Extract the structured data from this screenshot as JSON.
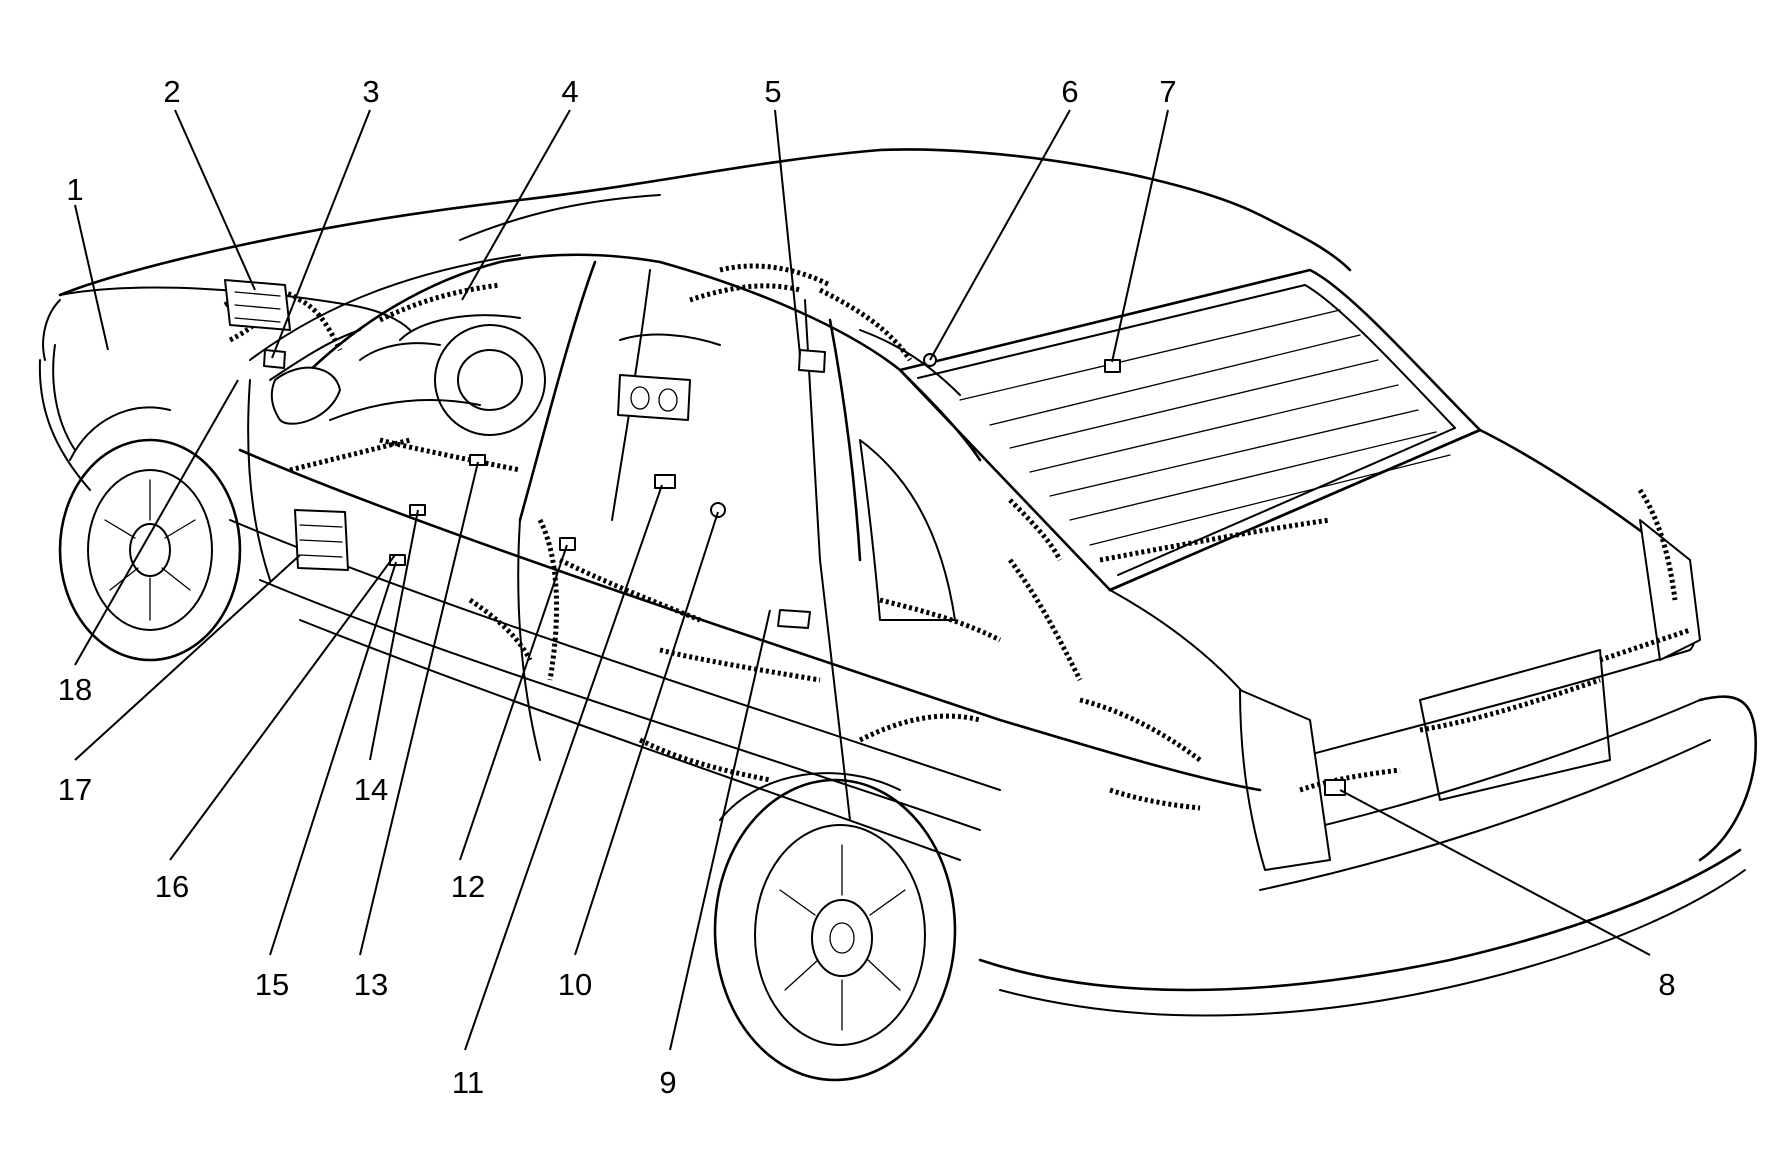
{
  "diagram": {
    "callouts": [
      {
        "id": "callout-1",
        "label": "1"
      },
      {
        "id": "callout-2",
        "label": "2"
      },
      {
        "id": "callout-3",
        "label": "3"
      },
      {
        "id": "callout-4",
        "label": "4"
      },
      {
        "id": "callout-5",
        "label": "5"
      },
      {
        "id": "callout-6",
        "label": "6"
      },
      {
        "id": "callout-7",
        "label": "7"
      },
      {
        "id": "callout-8",
        "label": "8"
      },
      {
        "id": "callout-9",
        "label": "9"
      },
      {
        "id": "callout-10",
        "label": "10"
      },
      {
        "id": "callout-11",
        "label": "11"
      },
      {
        "id": "callout-12",
        "label": "12"
      },
      {
        "id": "callout-13",
        "label": "13"
      },
      {
        "id": "callout-14",
        "label": "14"
      },
      {
        "id": "callout-15",
        "label": "15"
      },
      {
        "id": "callout-16",
        "label": "16"
      },
      {
        "id": "callout-17",
        "label": "17"
      },
      {
        "id": "callout-18",
        "label": "18"
      }
    ],
    "colors": {
      "line": "#000000",
      "background": "#ffffff"
    }
  }
}
